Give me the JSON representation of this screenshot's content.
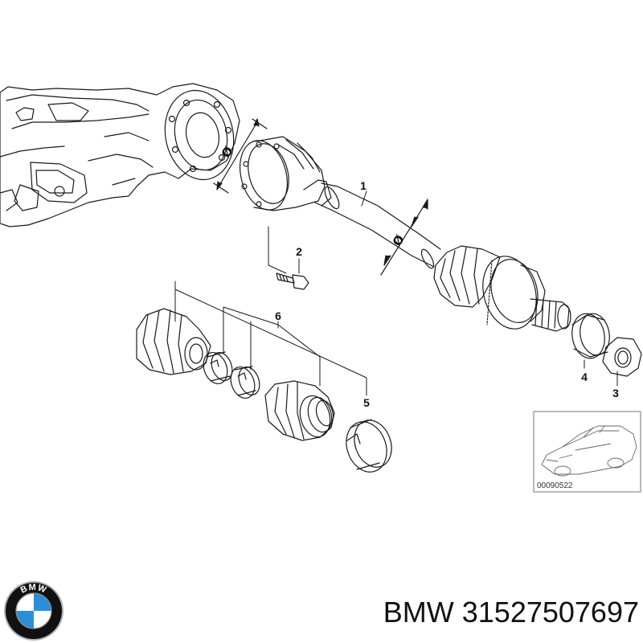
{
  "diagram": {
    "part_labels": [
      "1",
      "2",
      "3",
      "4",
      "5",
      "6"
    ],
    "diameter_symbol": "Ø",
    "inset_reference": "00090522"
  },
  "caption": {
    "brand": "BMW",
    "part_number": "31527507697",
    "full_text": "BMW 31527507697"
  },
  "logo": {
    "name": "bmw-roundel-logo",
    "text": "BMW",
    "colors": {
      "ring": "#111111",
      "blue": "#2a8fd8",
      "white": "#ffffff"
    }
  }
}
